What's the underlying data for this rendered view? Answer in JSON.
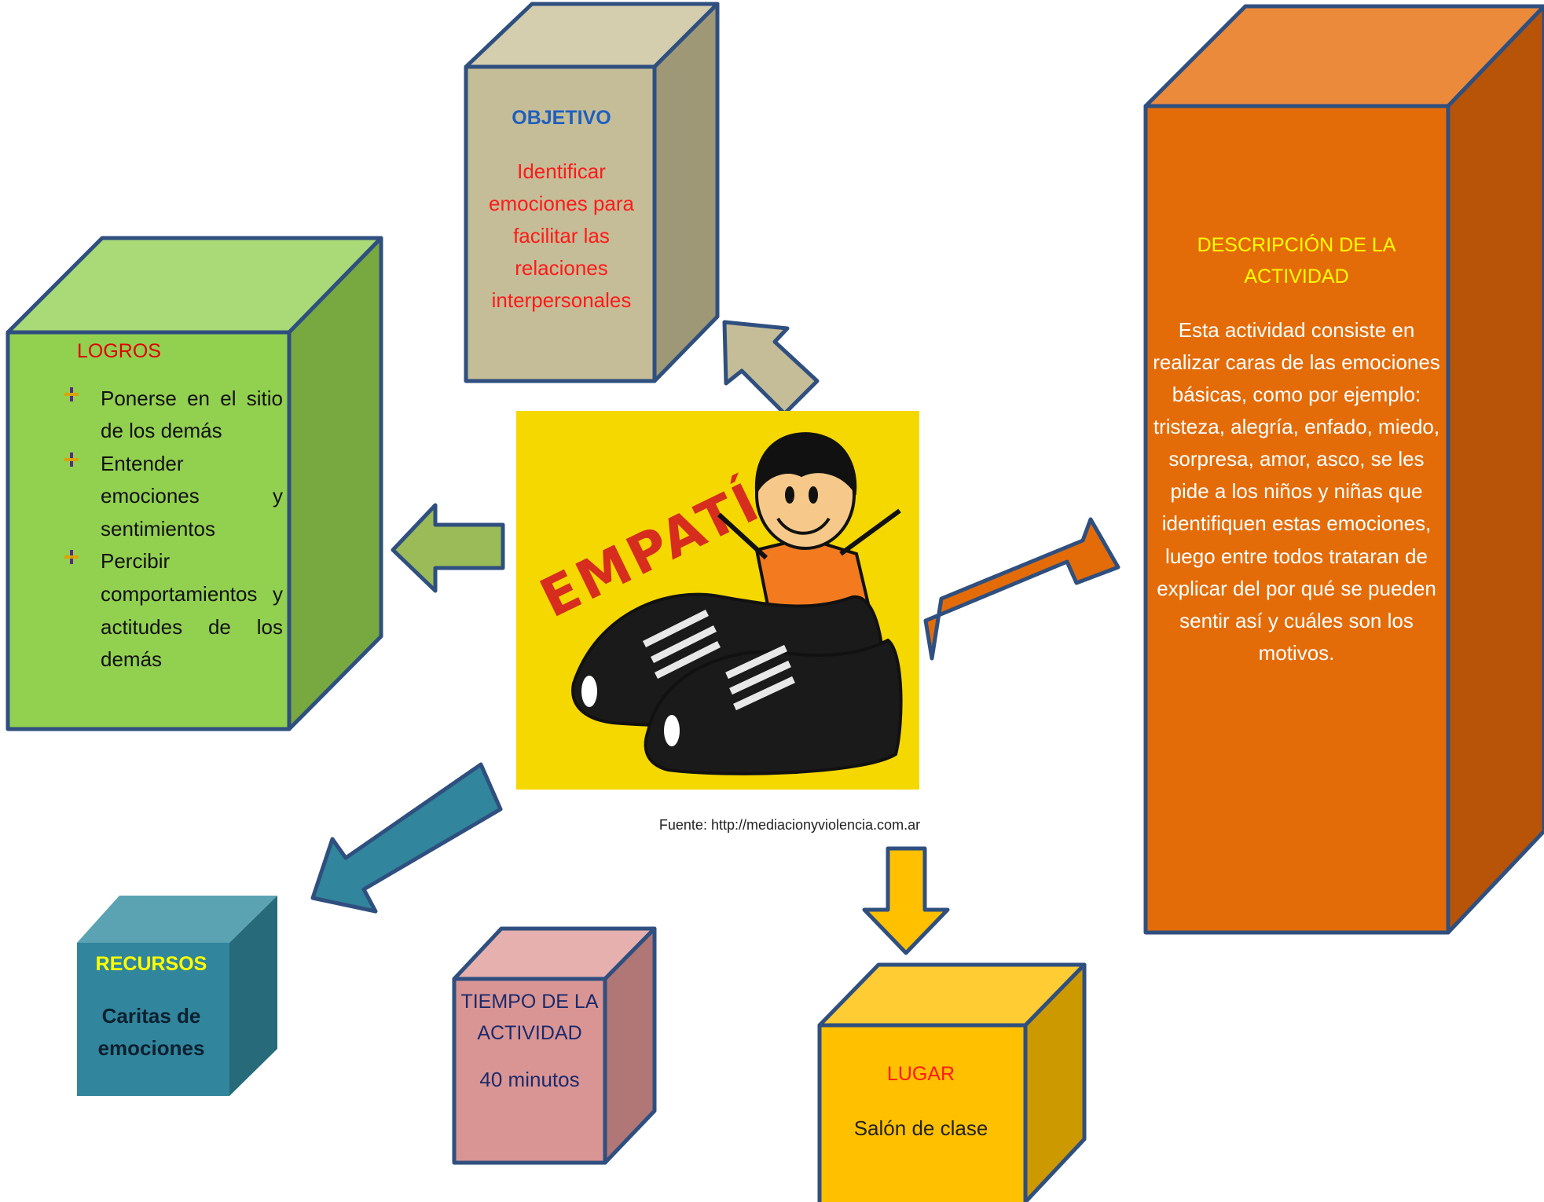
{
  "logros": {
    "title": "LOGROS",
    "items": [
      "Ponerse en el sitio de los demás",
      "Entender emociones y sentimientos",
      "Percibir comportamientos y actitudes de los demás"
    ]
  },
  "objetivo": {
    "title": "OBJETIVO",
    "text": "Identificar emociones para facilitar las relaciones interpersonales"
  },
  "descripcion": {
    "title": "DESCRIPCIÓN DE LA ACTIVIDAD",
    "text": "Esta actividad consiste en realizar caras de las emociones básicas, como por ejemplo: tristeza, alegría, enfado, miedo, sorpresa, amor, asco, se les pide a los niños y niñas que identifiquen estas emociones, luego entre todos trataran de explicar del por qué se pueden sentir así y cuáles son los motivos."
  },
  "recursos": {
    "title": "RECURSOS",
    "text": "Caritas de emociones"
  },
  "tiempo": {
    "title": "TIEMPO DE LA ACTIVIDAD",
    "text": "40 minutos"
  },
  "lugar": {
    "title": "LUGAR",
    "text": "Salón de clase"
  },
  "center_image": {
    "word": "EMPATÍA",
    "caption": "Fuente: http://mediacionyviolencia.com.ar"
  },
  "colors": {
    "logros": "#92d050",
    "objetivo": "#c4bd97",
    "descripcion": "#e36c09",
    "recursos": "#31859c",
    "tiempo": "#d99594",
    "lugar": "#ffc000",
    "center_background": "#f5d800"
  }
}
